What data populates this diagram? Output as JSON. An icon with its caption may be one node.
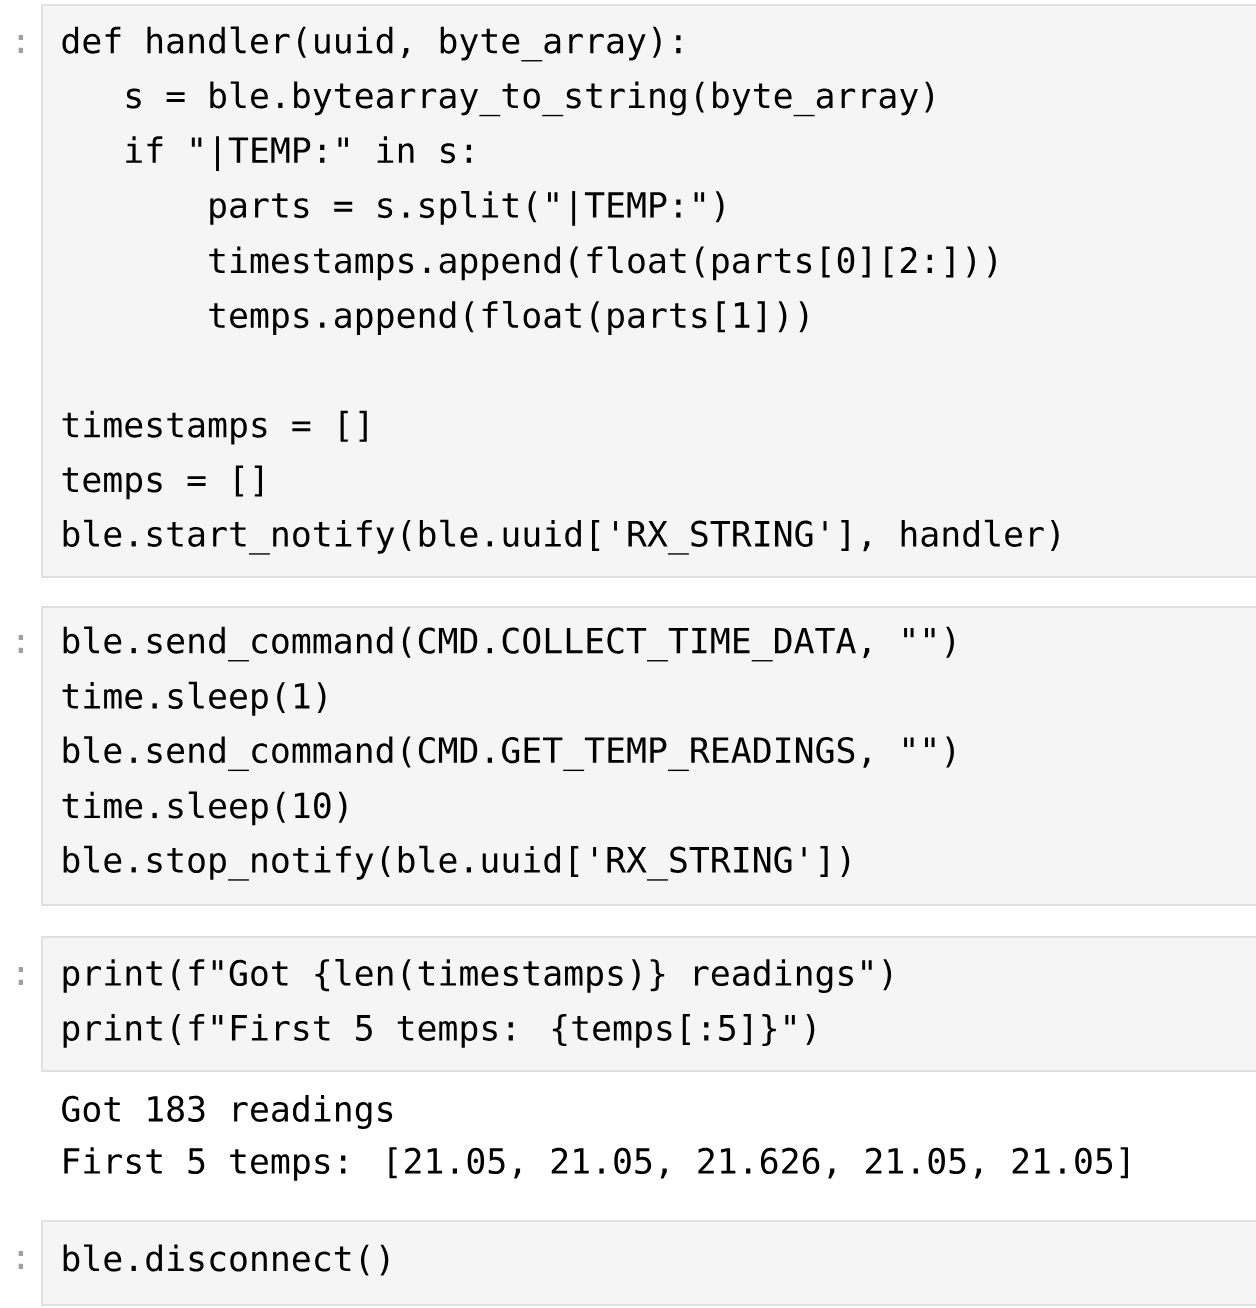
{
  "diagram": {
    "nodes": [
      {
        "text": [
          "def handler(uuid, byte_array):",
          "  s = ble.bytearray_to_string(byte_array)",
          "  if \"|TEMP:\" in s:",
          "      parts = s.split(\"|TEMP:\")",
          "      timestamps.append(float(parts[0][2:]))",
          "      temps.append(float(parts[1]))",
          "timestamps = []",
          "temps = []",
          "ble.start_notify(ble.uuid['RX_STRING'], handler)"
        ]
      },
      {
        "text": [
          "ble.send_command(CMD.COLLECT_TIME_DATA, \"\")",
          "time.sleep(1)",
          "ble.send_command(CMD.GET_TEMP_READINGS, \"\")",
          "time.sleep(10)",
          "ble.stop_notify(ble.uuid['RX_STRING'])"
        ]
      },
      {
        "text": [
          "print(f\"Got {len(timestamps)} readings\")",
          "print(f\"First 5 temps: {temps[:5]}\")"
        ]
      },
      {
        "text": [
          "ble.disconnect()"
        ]
      }
    ],
    "labels": [
      ":",
      ":",
      ":",
      "Got 183 readings",
      "First 5 temps: [21.05, 21.05, 21.626, 21.05, 21.05]",
      ":"
    ]
  }
}
